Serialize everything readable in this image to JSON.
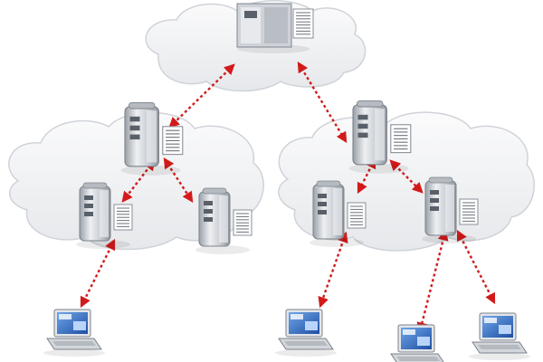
{
  "diagram": {
    "type": "network-topology",
    "colors": {
      "background": "#ffffff",
      "cloud_fill": "#f1f2f4",
      "cloud_edge": "#c9cdd3",
      "link": "#d21a1a",
      "tower": "#d8dbe0",
      "doc": "#ffffff"
    },
    "nodes": [
      {
        "id": "root-server",
        "kind": "server-icon"
      },
      {
        "id": "left-hub",
        "kind": "server-icon"
      },
      {
        "id": "left-server-a",
        "kind": "server-icon"
      },
      {
        "id": "left-server-b",
        "kind": "server-icon"
      },
      {
        "id": "right-hub",
        "kind": "server-icon"
      },
      {
        "id": "right-server-a",
        "kind": "server-icon"
      },
      {
        "id": "right-server-b",
        "kind": "server-icon"
      },
      {
        "id": "laptop-1",
        "kind": "laptop-icon"
      },
      {
        "id": "laptop-2",
        "kind": "laptop-icon"
      },
      {
        "id": "laptop-3",
        "kind": "laptop-icon"
      },
      {
        "id": "laptop-4",
        "kind": "laptop-icon"
      }
    ],
    "links": [
      {
        "from": "root-server",
        "to": "left-hub"
      },
      {
        "from": "root-server",
        "to": "right-hub"
      },
      {
        "from": "left-hub",
        "to": "left-server-a"
      },
      {
        "from": "left-hub",
        "to": "left-server-b"
      },
      {
        "from": "right-hub",
        "to": "right-server-a"
      },
      {
        "from": "right-hub",
        "to": "right-server-b"
      },
      {
        "from": "left-server-a",
        "to": "laptop-1"
      },
      {
        "from": "right-server-a",
        "to": "laptop-2"
      },
      {
        "from": "right-server-b",
        "to": "laptop-3"
      },
      {
        "from": "right-server-b",
        "to": "laptop-4"
      }
    ]
  }
}
